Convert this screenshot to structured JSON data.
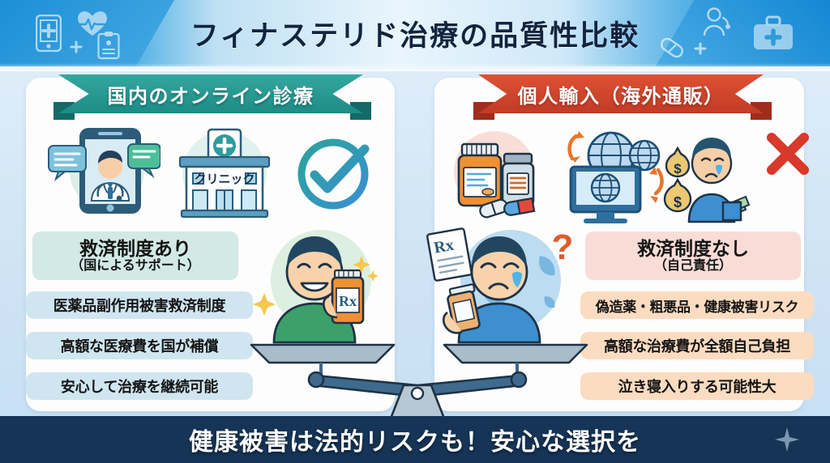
{
  "header": {
    "title": "フィナステリド治療の品質性比較",
    "icons_left": [
      "phone-medical-icon",
      "heart-pulse-icon",
      "plus-icon",
      "clipboard-icon"
    ],
    "icons_right": [
      "doctor-person-icon",
      "capsule-icon",
      "plus-icon",
      "medical-bag-icon"
    ],
    "bg_color": "#2f9fdd"
  },
  "left_panel": {
    "ribbon_label": "国内のオンライン診療",
    "ribbon_color": "#1c8c85",
    "icons": [
      {
        "name": "smartphone-doctor-icon",
        "label": "オンライン診療"
      },
      {
        "name": "clinic-building-icon",
        "label": "クリニック"
      },
      {
        "name": "check-circle-icon",
        "label": "認証"
      }
    ],
    "clinic_sign": "クリニック",
    "header_pill": {
      "title": "救済制度あり",
      "subtitle": "（国によるサポート）",
      "bg": "#d2e9e4"
    },
    "items": [
      {
        "text": "医薬品副作用被害救済制度",
        "bg": "#cfe6f0"
      },
      {
        "text": "高額な医療費を国が補償",
        "bg": "#cfe6f0"
      },
      {
        "text": "安心して治療を継続可能",
        "bg": "#cfe6f0"
      }
    ],
    "character": {
      "name": "happy-person-with-rx-bottle",
      "shirt_color": "#3ca06a",
      "bottle_label": "Rx"
    }
  },
  "right_panel": {
    "ribbon_label": "個人輸入（海外通販）",
    "ribbon_color": "#c33b26",
    "icons": [
      {
        "name": "pill-bottles-icon",
        "label": "医薬品ボトル"
      },
      {
        "name": "globe-computer-icon",
        "label": "海外通販"
      },
      {
        "name": "money-crying-person-icon",
        "label": "金銭負担"
      },
      {
        "name": "red-x-icon",
        "label": "不可"
      }
    ],
    "header_pill": {
      "title": "救済制度なし",
      "subtitle": "（自己責任）",
      "bg": "#f9dcd6"
    },
    "items": [
      {
        "text": "偽造薬・粗悪品・健康被害リスク",
        "bg": "#fbdcc0"
      },
      {
        "text": "高額な治療費が全額自己負担",
        "bg": "#fbdcc0"
      },
      {
        "text": "泣き寝入りする可能性大",
        "bg": "#fbdcc0"
      }
    ],
    "character": {
      "name": "sad-person-with-pill-bottle",
      "shirt_color": "#3d8fd0",
      "paper_label": "Rx",
      "question_mark": "?"
    }
  },
  "center": {
    "name": "balance-scale",
    "description": "天秤"
  },
  "footer": {
    "text": "健康被害は法的リスクも！安心な選択を",
    "bg_color": "#153456",
    "sparkle": "sparkle-icon"
  }
}
